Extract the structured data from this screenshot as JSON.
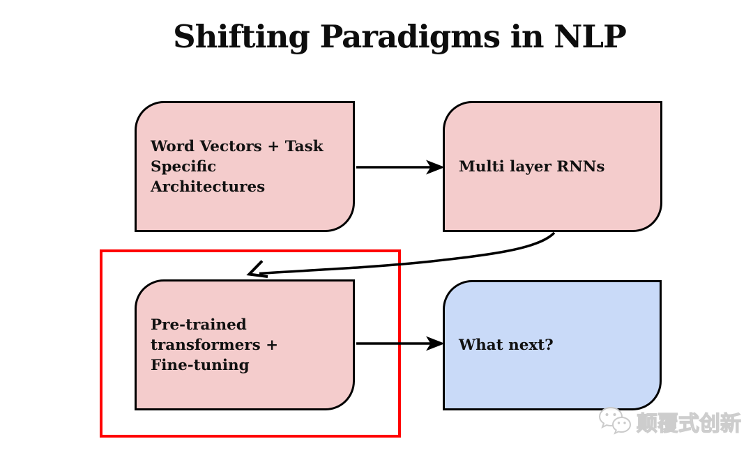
{
  "title": "Shifting Paradigms in NLP",
  "diagram": {
    "nodes": [
      {
        "id": "word-vectors-box",
        "lines": [
          "Word Vectors + Task",
          "Specific",
          "Architectures"
        ],
        "fill": "#f4cccc",
        "highlighted": false
      },
      {
        "id": "multi-layer-rnns-box",
        "lines": [
          "Multi layer RNNs"
        ],
        "fill": "#f4cccc",
        "highlighted": false
      },
      {
        "id": "pretrained-transformers-box",
        "lines": [
          "Pre-trained",
          "transformers +",
          "Fine-tuning"
        ],
        "fill": "#f4cccc",
        "highlighted": true
      },
      {
        "id": "what-next-box",
        "lines": [
          "What next?"
        ],
        "fill": "#c9daf8",
        "highlighted": false
      }
    ],
    "edges": [
      {
        "from": "word-vectors-box",
        "to": "multi-layer-rnns-box",
        "style": "straight-arrow"
      },
      {
        "from": "multi-layer-rnns-box",
        "to": "pretrained-transformers-box",
        "style": "curved-arrow"
      },
      {
        "from": "pretrained-transformers-box",
        "to": "what-next-box",
        "style": "straight-arrow"
      }
    ],
    "colors": {
      "node_pink": "#f4cccc",
      "node_blue": "#c9daf8",
      "node_border": "#000000",
      "arrow": "#000000",
      "highlight_box": "#ff0000"
    }
  },
  "watermark": {
    "icon": "wechat-logo-icon",
    "text": "颠覆式创新",
    "color": "#cccccc"
  }
}
